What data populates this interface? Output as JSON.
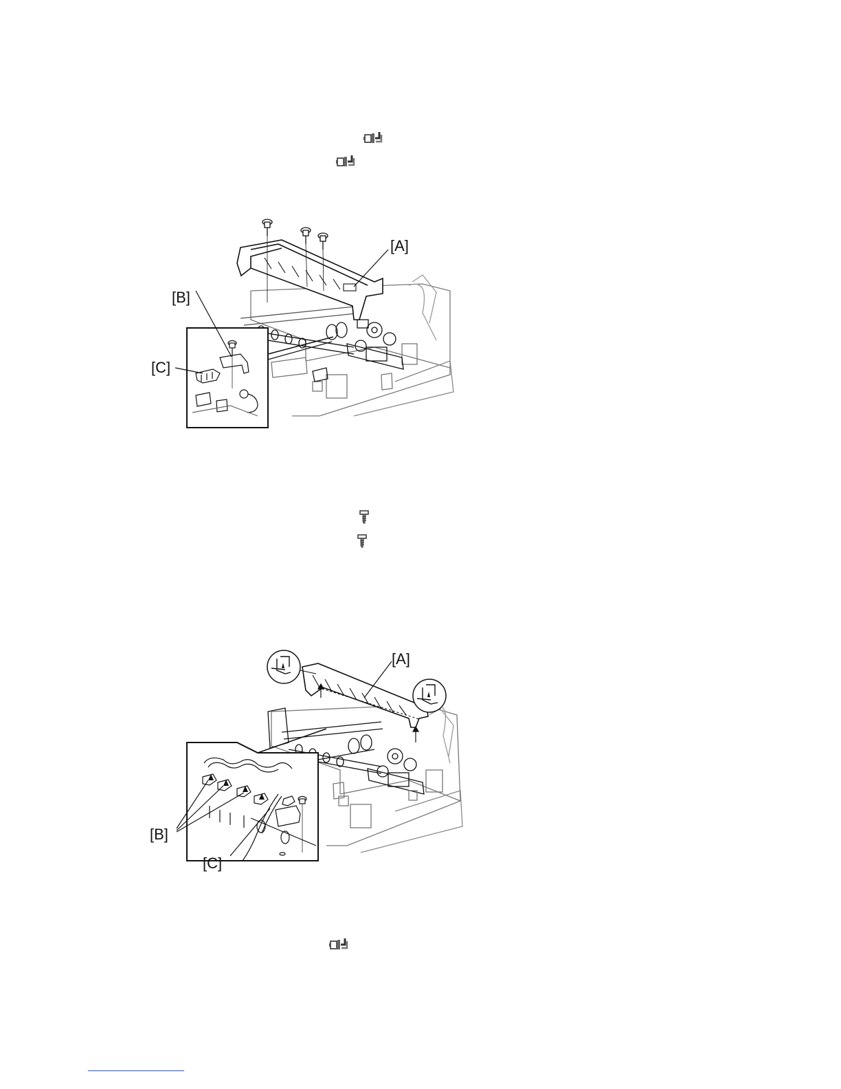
{
  "icons": {
    "connector_1": "connector-icon",
    "connector_2": "connector-icon",
    "screw_1": "screw-icon",
    "screw_2": "screw-icon",
    "connector_3": "connector-icon"
  },
  "figure_1": {
    "callouts": {
      "a": "[A]",
      "b": "[B]",
      "c": "[C]"
    }
  },
  "figure_2": {
    "callouts": {
      "a": "[A]",
      "b": "[B]",
      "c": "[C]"
    }
  },
  "colors": {
    "line": "#111111",
    "footnote_rule": "#2f55c8"
  }
}
